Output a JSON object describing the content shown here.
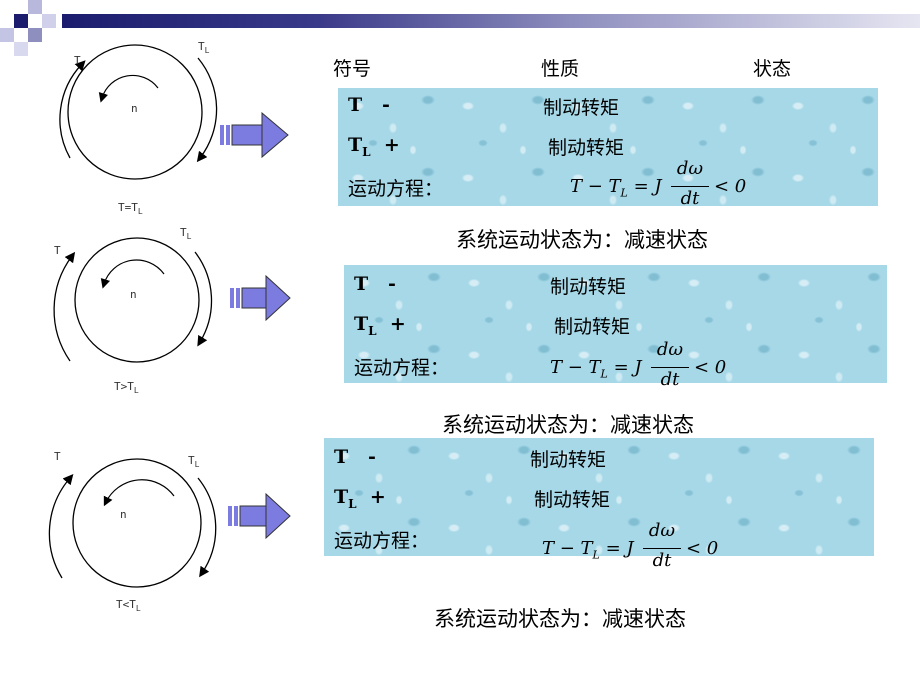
{
  "header": {
    "symbol": "符号",
    "nature": "性质",
    "state": "状态"
  },
  "rows": [
    {
      "condition": "T=T",
      "condition_sub": "L",
      "t_label": "T",
      "tl_label": "T",
      "tl_sub": "L",
      "n_label": "n",
      "t_sign_label": "T",
      "t_sign": "-",
      "t_nature": "制动转矩",
      "tl_sign_label": "T",
      "tl_sign_sub": "L",
      "tl_sign": "+",
      "tl_nature": "制动转矩",
      "eq_label": "运动方程：",
      "eq_lhs": "T − T",
      "eq_lhs_sub": "L",
      "eq_mid": " = J",
      "eq_num": "dω",
      "eq_den": "dt",
      "eq_rhs": "< 0",
      "conclusion": "系统运动状态为：减速状态"
    },
    {
      "condition": "T>T",
      "condition_sub": "L",
      "t_label": "T",
      "tl_label": "T",
      "tl_sub": "L",
      "n_label": "n",
      "t_sign_label": "T",
      "t_sign": "-",
      "t_nature": "制动转矩",
      "tl_sign_label": "T",
      "tl_sign_sub": "L",
      "tl_sign": "+",
      "tl_nature": "制动转矩",
      "eq_label": "运动方程：",
      "eq_lhs": "T − T",
      "eq_lhs_sub": "L",
      "eq_mid": " = J",
      "eq_num": "dω",
      "eq_den": "dt",
      "eq_rhs": "< 0",
      "conclusion": "系统运动状态为：减速状态"
    },
    {
      "condition": "T<T",
      "condition_sub": "L",
      "t_label": "T",
      "tl_label": "T",
      "tl_sub": "L",
      "n_label": "n",
      "t_sign_label": "T",
      "t_sign": "-",
      "t_nature": "制动转矩",
      "tl_sign_label": "T",
      "tl_sign_sub": "L",
      "tl_sign": "+",
      "tl_nature": "制动转矩",
      "eq_label": "运动方程：",
      "eq_lhs": "T − T",
      "eq_lhs_sub": "L",
      "eq_mid": " = J",
      "eq_num": "dω",
      "eq_den": "dt",
      "eq_rhs": "< 0",
      "conclusion": "系统运动状态为：减速状态"
    }
  ],
  "colors": {
    "bar": "#1c1c6e",
    "arrow": "#7b7be0",
    "panel": "#a6d8e8"
  }
}
